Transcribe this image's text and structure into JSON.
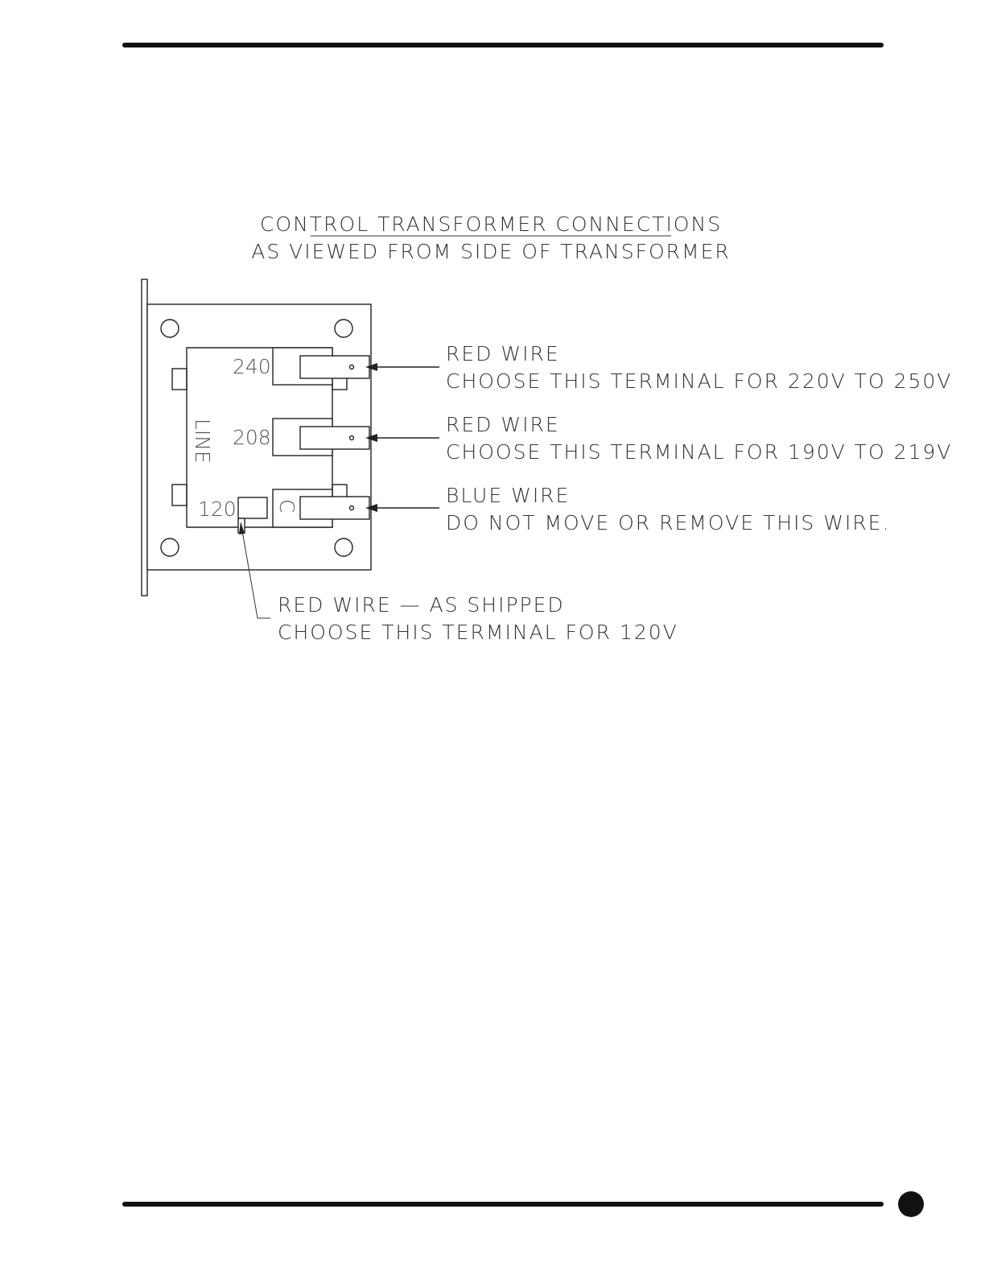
{
  "title": "CONTROL TRANSFORMER CONNECTIONS",
  "subtitle": "AS VIEWED FROM SIDE OF TRANSFORMER",
  "terminals": {
    "t240": "240",
    "t208": "208",
    "t120": "120",
    "common": "C",
    "line": "LINE"
  },
  "callouts": [
    {
      "heading": "RED WIRE",
      "text": "CHOOSE THIS TERMINAL FOR 220V TO 250V"
    },
    {
      "heading": "RED WIRE",
      "text": "CHOOSE THIS TERMINAL FOR 190V TO 219V"
    },
    {
      "heading": "BLUE WIRE",
      "text": "DO NOT MOVE OR REMOVE THIS WIRE."
    }
  ],
  "shipped": {
    "heading": "RED WIRE — AS SHIPPED",
    "text": "CHOOSE THIS TERMINAL FOR 120V"
  }
}
